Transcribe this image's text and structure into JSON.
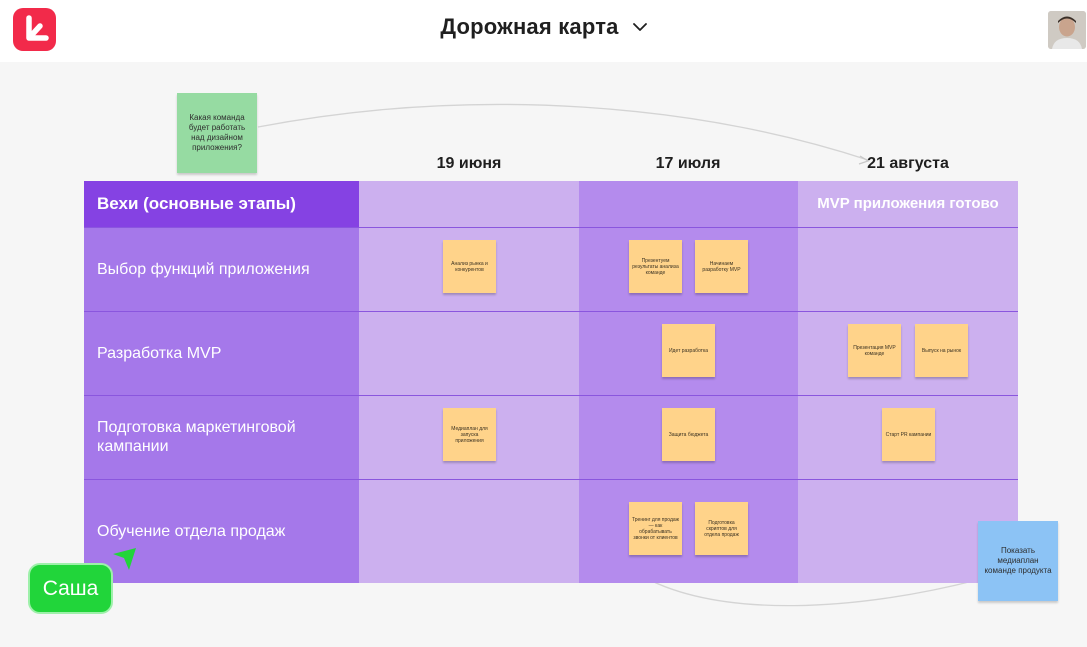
{
  "header": {
    "title": "Дорожная карта",
    "logo_icon": "logo-icon",
    "dropdown_icon": "chevron-down-icon",
    "avatar_icon": "user-avatar"
  },
  "dates": [
    "19 июня",
    "17 июля",
    "21 августа"
  ],
  "table": {
    "header_label": "Вехи (основные этапы)",
    "milestone": "MVP приложения готово",
    "rows": [
      "Выбор функций приложения",
      "Разработка MVP",
      "Подготовка маркетинговой кампании",
      "Обучение отдела продаж"
    ]
  },
  "stickies": {
    "market_analysis": "Анализ рынка и конкурентов",
    "present_analysis": "Презентуем результаты анализа команде",
    "start_mvp": "Начинаем разработку MVP",
    "dev_in_progress": "Идет разработка",
    "mvp_presentation": "Презентация MVP команде",
    "market_launch": "Выпуск на рынок",
    "media_plan": "Медиаплан для запуска приложения",
    "budget_defense": "Защита бюджета",
    "pr_start": "Старт PR кампании",
    "sales_training": "Тренинг для продаж — как обрабатывать звонки от клиентов",
    "sales_scripts": "Подготовка скриптов для отдела продаж"
  },
  "notes": {
    "green": "Какая команда будет работать над дизайном приложения?",
    "blue": "Показать медиаплан команде продукта"
  },
  "cursor": {
    "name": "Саша"
  },
  "colors": {
    "brand_red": "#f22a4a",
    "header_purple": "#8542e3",
    "label_purple": "#a578ea",
    "cell_light": "#ccb0ef",
    "cell_mid": "#b48bed",
    "sticky": "#ffd38a",
    "note_green": "#96dba2",
    "note_blue": "#8cc3f5",
    "cursor_green": "#21d53a"
  }
}
